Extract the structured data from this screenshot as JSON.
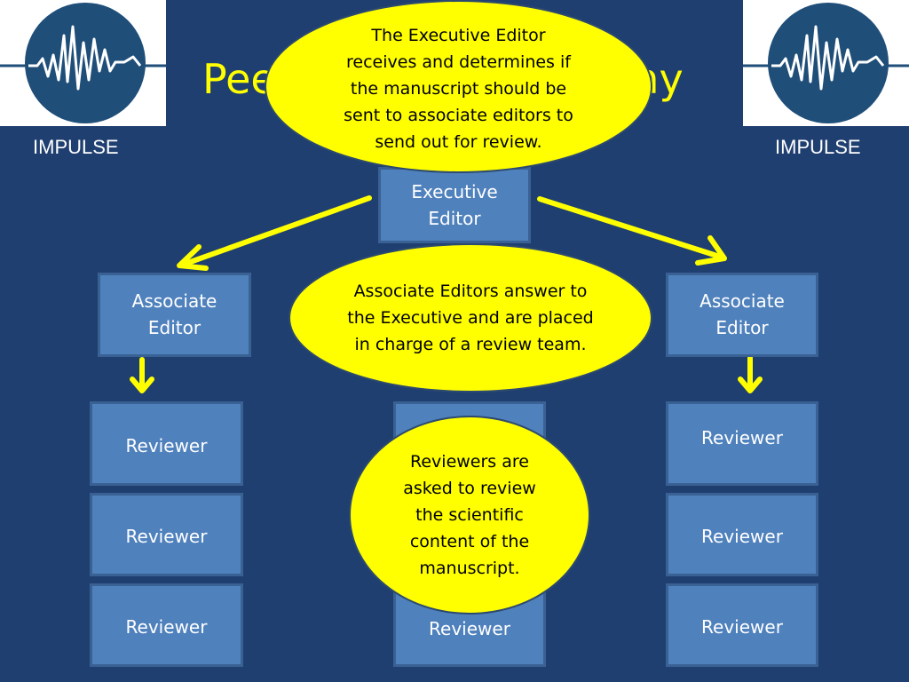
{
  "logo": {
    "label": "IMPULSE"
  },
  "title": {
    "left": "Pee",
    "right": "chy"
  },
  "executive_box": {
    "label": "Executive Editor"
  },
  "associate_boxes": [
    {
      "label": "Associate Editor"
    },
    {
      "label": "Associate Editor"
    }
  ],
  "reviewer_label": "Reviewer",
  "callouts": {
    "executive": "The Executive Editor receives and determines if the manuscript should be sent to associate editors to send out for review.",
    "associate": "Associate Editors answer to the Executive and are placed in charge of a review team.",
    "reviewers": "Reviewers are asked to review the scientific content of the manuscript."
  },
  "colors": {
    "background": "#1f3f70",
    "box": "#4f81bd",
    "callout": "#ffff00",
    "arrow": "#ffff00",
    "logo_circle": "#1f4e79"
  }
}
